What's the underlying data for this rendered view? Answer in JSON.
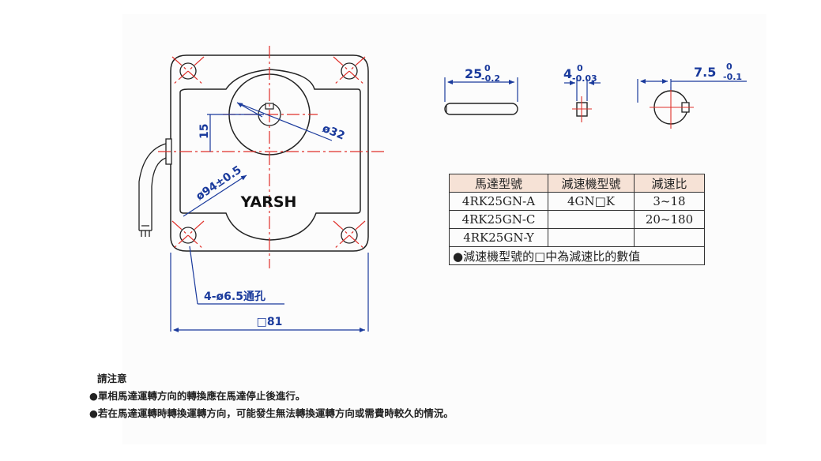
{
  "drawing": {
    "brand": "YARSH",
    "dim_width": "□81",
    "dim_holes": "4-ø6.5通孔",
    "dim_diameter_94": "ø94±0.5",
    "dim_diameter_32": "ø32",
    "dim_offset": "15"
  },
  "shaft_details": [
    {
      "base": "25",
      "upper": "0",
      "lower": "-0.2"
    },
    {
      "base": "4",
      "upper": "0",
      "lower": "-0.03"
    },
    {
      "base": "7.5",
      "upper": "0",
      "lower": "-0.1"
    }
  ],
  "spec_table": {
    "headers": [
      "馬達型號",
      "減速機型號",
      "減速比"
    ],
    "rows": [
      [
        "4RK25GN-A",
        "4GN□K",
        "3~18"
      ],
      [
        "4RK25GN-C",
        "",
        "20~180"
      ],
      [
        "4RK25GN-Y",
        "",
        ""
      ]
    ],
    "footnote": "●減速機型號的□中為減速比的數值"
  },
  "notes": {
    "title": "請注意",
    "items": [
      "●單相馬達運轉方向的轉換應在馬達停止後進行。",
      "●若在馬達運轉時轉換運轉方向，可能發生無法轉換運轉方向或需費時較久的情況。"
    ]
  },
  "colors": {
    "centerline": "#e0302a",
    "dimension": "#1a3a9c",
    "outline": "#222222",
    "table_header_bg": "#f6e2d6"
  }
}
